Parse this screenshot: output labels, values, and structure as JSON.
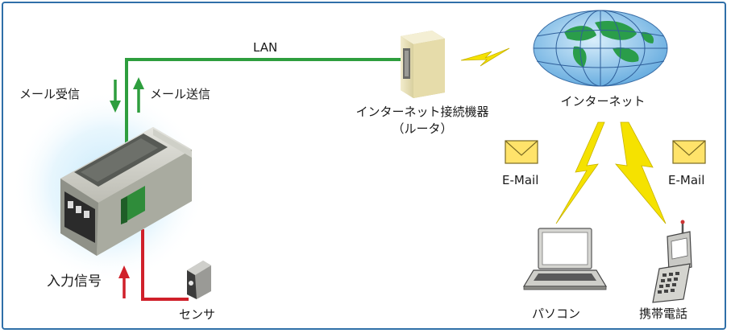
{
  "labels": {
    "lan": "LAN",
    "mail_receive": "メール受信",
    "mail_send": "メール送信",
    "router_line1": "インターネット接続機器",
    "router_line2": "（ルータ）",
    "internet": "インターネット",
    "email_left": "E-Mail",
    "email_right": "E-Mail",
    "input_signal": "入力信号",
    "sensor": "センサ",
    "pc": "パソコン",
    "mobile": "携帯電話"
  },
  "colors": {
    "frame": "#2f6fa8",
    "lan_line": "#2e9e3e",
    "signal_line": "#d0202a",
    "lightning": "#f5e200",
    "envelope": "#ffe36a",
    "globe_ocean": "#7ab9e6",
    "globe_land": "#2a9d4a"
  },
  "icons": {
    "controller": "io-controller-icon",
    "router": "router-icon",
    "globe": "globe-icon",
    "laptop": "laptop-icon",
    "mobile": "mobile-phone-icon",
    "sensor": "sensor-icon",
    "envelope": "envelope-icon",
    "lightning": "lightning-icon"
  }
}
